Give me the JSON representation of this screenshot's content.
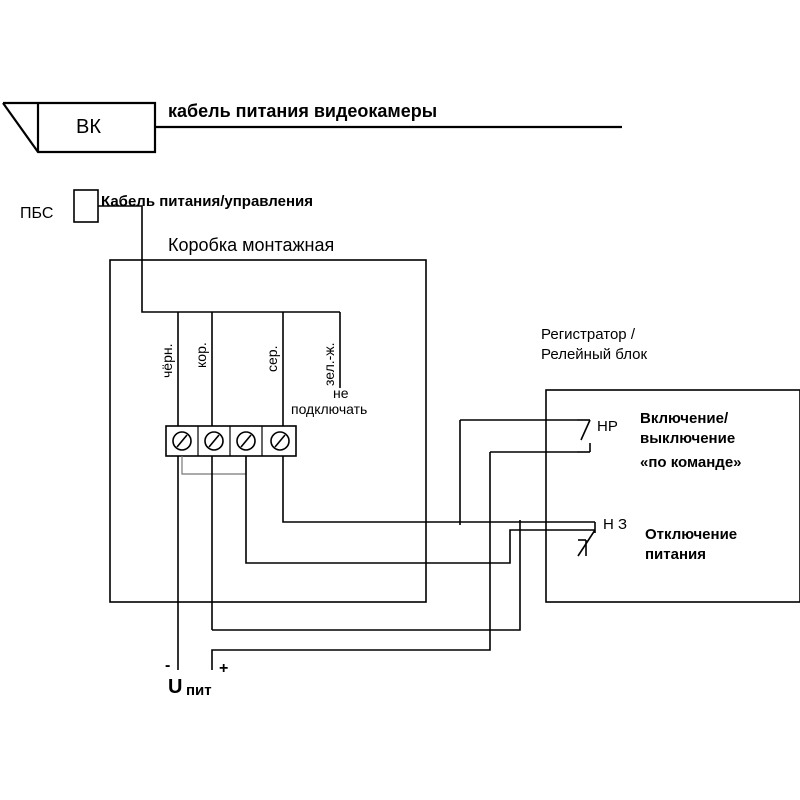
{
  "camera": {
    "label": "ВК",
    "cable_label": "кабель питания видеокамеры"
  },
  "psu": {
    "label": "ПБС",
    "cable_label": "Кабель питания/управления"
  },
  "mount_box": {
    "title": "Коробка монтажная",
    "wires": [
      "чёрн.",
      "кор.",
      "сер.",
      "зел.-ж."
    ],
    "note_line1": "не",
    "note_line2": "подключать"
  },
  "registrar": {
    "title_line1": "Регистратор /",
    "title_line2": "Релейный блок",
    "contact_no": "НР",
    "contact_nc": "Н З",
    "no_desc": [
      "Включение/",
      "выключение",
      "«по команде»"
    ],
    "nc_desc": [
      "Отключение",
      "питания"
    ]
  },
  "power": {
    "minus": "-",
    "plus": "+",
    "u_symbol": "U",
    "u_label": "пит"
  }
}
